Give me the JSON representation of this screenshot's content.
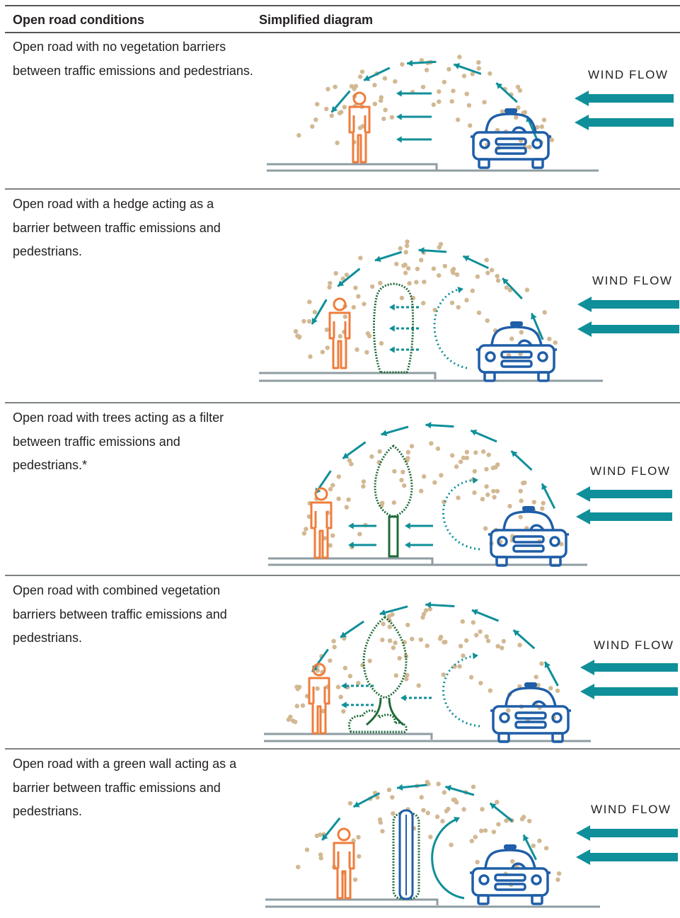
{
  "header": {
    "col1": "Open road conditions",
    "col2": "Simplified diagram"
  },
  "colors": {
    "teal": "#0f8f99",
    "car": "#1f5ea8",
    "person": "#ef7d3c",
    "vegetation": "#1f6b3a",
    "particles": "#d2b893",
    "ground": "#8f9ca3"
  },
  "rows": [
    {
      "description": "Open road with no vegetation barriers between traffic emissions and pedestrians.",
      "wind_label": "WIND FLOW",
      "barrier": "none"
    },
    {
      "description": "Open road with a hedge acting as a barrier between traffic emissions and pedestrians.",
      "wind_label": "WIND FLOW",
      "barrier": "hedge"
    },
    {
      "description": "Open road with trees acting as a filter between traffic emissions and pedestrians.*",
      "wind_label": "WIND FLOW",
      "barrier": "trees"
    },
    {
      "description": "Open road with combined vegetation barriers between traffic emissions and pedestrians.",
      "wind_label": "WIND FLOW",
      "barrier": "combined"
    },
    {
      "description": "Open road with a green wall acting as a barrier between traffic emissions and pedestrians.",
      "wind_label": "WIND FLOW",
      "barrier": "green-wall"
    }
  ],
  "icons": [
    "car-icon",
    "person-icon",
    "wind-arrow-icon",
    "hedge-icon",
    "tree-icon",
    "shrub-icon",
    "green-wall-icon",
    "particle-dot"
  ]
}
